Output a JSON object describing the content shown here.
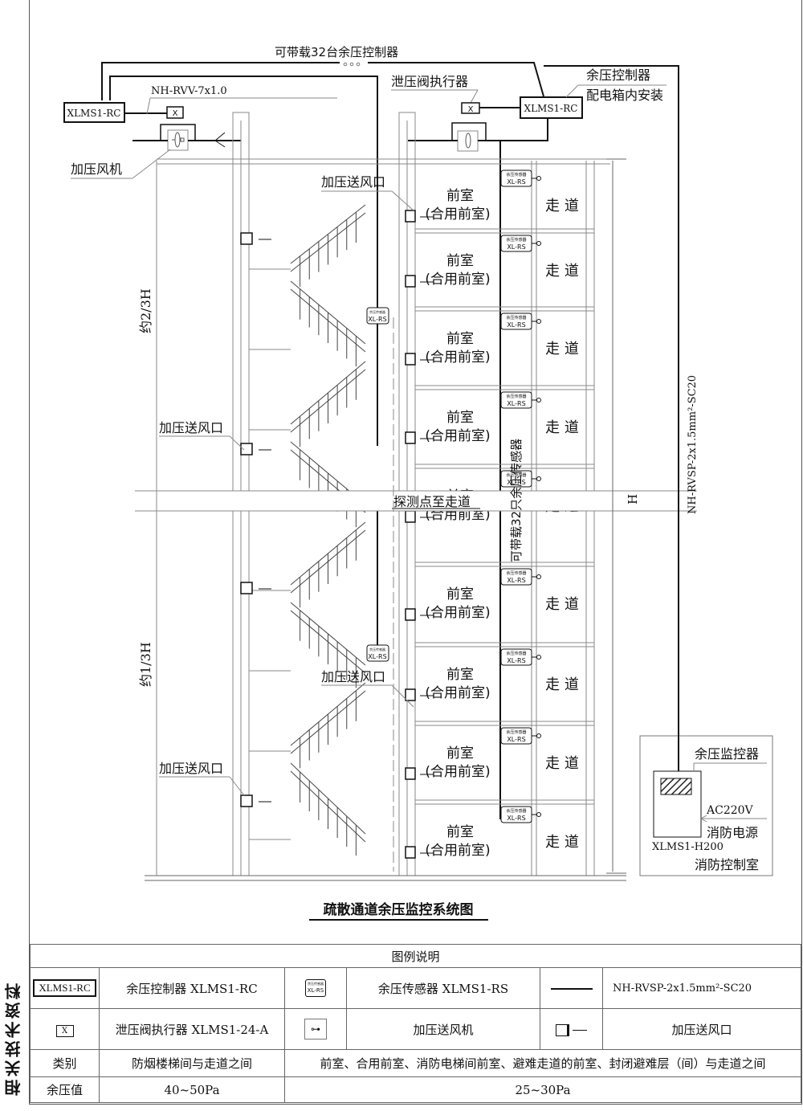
{
  "diagram": {
    "title": "疏散通道余压监控系统图",
    "top_bus_label": "可带载32台余压控制器",
    "cable_label_left": "NH-RVV-7x1.0",
    "relief_valve_label": "泄压阀执行器",
    "controller_label_line1": "余压控制器",
    "controller_label_line2": "配电箱内安装",
    "controller_box_left": "XLMS1-RC",
    "controller_box_right": "XLMS1-RC",
    "actuator_glyph": "X",
    "fan_label": "加压风机",
    "vent_label": "加压送风口",
    "probe_label": "探测点至走道",
    "sensor_bus_label": "可带载32只余压传感器",
    "riser_cable_label": "NH-RVSP-2x1.5mm²-SC20",
    "height_label": "H",
    "upper_zone_label": "约2/3H",
    "lower_zone_label": "约1/3H",
    "sensor_top_text": "余压传感器",
    "sensor_code": "XL-RS",
    "anteroom_line1": "前室",
    "anteroom_line2": "(合用前室)",
    "corridor_label": "走 道",
    "monitor": {
      "title": "余压监控器",
      "power_voltage": "AC220V",
      "power_source": "消防电源",
      "model": "XLMS1-H200",
      "room": "消防控制室"
    }
  },
  "side_label": "相关技术资料",
  "legend": {
    "header": "图例说明",
    "rows": [
      [
        {
          "symbol": "XLMS1-RC",
          "desc": "余压控制器 XLMS1-RC"
        },
        {
          "symbol": "XL-RS",
          "symbol_top": "余压传感器",
          "desc": "余压传感器 XLMS1-RS"
        },
        {
          "symbol": "line",
          "desc": "NH-RVSP-2x1.5mm²-SC20"
        }
      ],
      [
        {
          "symbol": "X",
          "desc": "泄压阀执行器 XLMS1-24-A"
        },
        {
          "symbol": "fan",
          "desc": "加压送风机"
        },
        {
          "symbol": "vent",
          "desc": "加压送风口"
        }
      ]
    ],
    "category_label": "类别",
    "category_a": "防烟楼梯间与走道之间",
    "category_b": "前室、合用前室、消防电梯间前室、避难走道的前室、封闭避难层（间）与走道之间",
    "pressure_label": "余压值",
    "pressure_a": "40~50Pa",
    "pressure_b": "25~30Pa"
  }
}
